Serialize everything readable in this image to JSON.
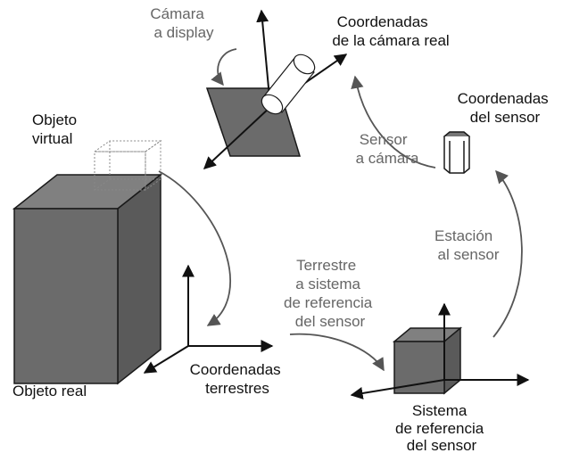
{
  "labels": {
    "camara_display": [
      "Cámara",
      "a display"
    ],
    "camara_coords": [
      "Coordenadas",
      "de la cámara real"
    ],
    "sensor_coords": [
      "Coordenadas",
      "del sensor"
    ],
    "objeto_virtual": [
      "Objeto",
      "virtual"
    ],
    "sensor_camara": [
      "Sensor",
      "a cámara"
    ],
    "estacion_sensor": [
      "Estación",
      "al sensor"
    ],
    "terrestre_sistema": [
      "Terrestre",
      "a sistema",
      "de referencia",
      "del sensor"
    ],
    "coord_terrestres": [
      "Coordenadas",
      "terrestres"
    ],
    "objeto_real": "Objeto real",
    "sistema_ref": [
      "Sistema",
      "de referencia",
      "del sensor"
    ]
  },
  "colors": {
    "solid_fill": "#6b6b6b",
    "solid_edge": "#1a1a1a",
    "top_face": "#808080",
    "side_face": "#5a5a5a",
    "arc_gray": "#555555",
    "axis": "#111111"
  }
}
